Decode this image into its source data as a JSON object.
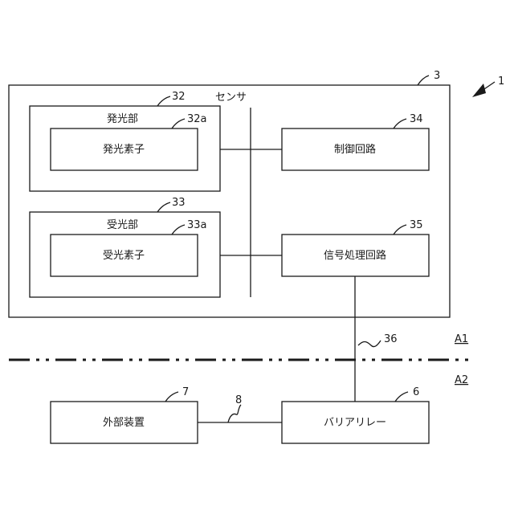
{
  "sensor": {
    "title": "センサ",
    "ref": "3"
  },
  "system_ref": "1",
  "emitter": {
    "label": "発光部",
    "ref": "32",
    "element_label": "発光素子",
    "element_ref": "32a"
  },
  "receiver": {
    "label": "受光部",
    "ref": "33",
    "element_label": "受光素子",
    "element_ref": "33a"
  },
  "control_circuit": {
    "label": "制御回路",
    "ref": "34"
  },
  "signal_circuit": {
    "label": "信号処理回路",
    "ref": "35"
  },
  "cable_ref": "36",
  "zones": {
    "upper": "A1",
    "lower": "A2"
  },
  "external_device": {
    "label": "外部装置",
    "ref": "7"
  },
  "external_cable_ref": "8",
  "barrier_relay": {
    "label": "バリアリレー",
    "ref": "6"
  }
}
